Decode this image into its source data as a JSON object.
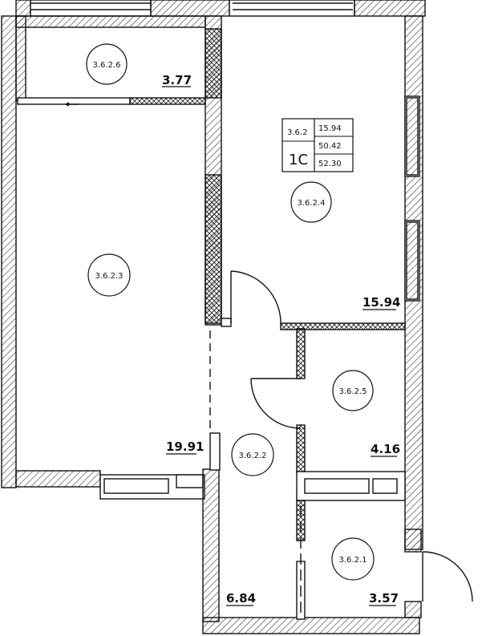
{
  "apartment": {
    "number": "3.6.2",
    "type": "1C",
    "living_area": "15.94",
    "total_area": "50.42",
    "area_with_balcony": "52.30"
  },
  "rooms": [
    {
      "id": "3.6.2.1",
      "area": "3.57"
    },
    {
      "id": "3.6.2.2",
      "area": "6.84"
    },
    {
      "id": "3.6.2.3",
      "area": "19.91"
    },
    {
      "id": "3.6.2.4",
      "area": "15.94"
    },
    {
      "id": "3.6.2.5",
      "area": "4.16"
    },
    {
      "id": "3.6.2.6",
      "area": "3.77"
    }
  ],
  "colors": {
    "wall": "#111111",
    "hatch": "#333333",
    "background": "#ffffff"
  }
}
